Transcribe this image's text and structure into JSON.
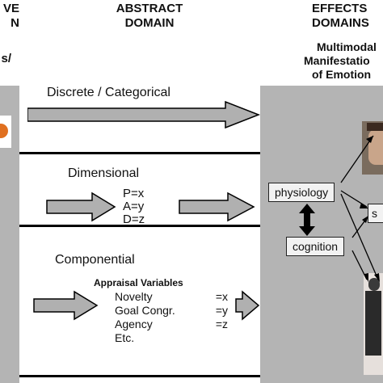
{
  "headers": {
    "left_line1": "VE",
    "left_line2": "N",
    "left_line3": "s/",
    "abstract_line1": "ABSTRACT",
    "abstract_line2": "DOMAIN",
    "effects_line1": "EFFECTS",
    "effects_line2": "DOMAINS",
    "effects_sub1": "Multimodal",
    "effects_sub2": "Manifestatio",
    "effects_sub3": "of Emotion"
  },
  "rows": {
    "discrete": {
      "label": "Discrete / Categorical"
    },
    "dimensional": {
      "label": "Dimensional",
      "lines": [
        "P=x",
        "A=y",
        "D=z"
      ]
    },
    "componential": {
      "label": "Componential",
      "appraisal_title": "Appraisal Variables",
      "variables": [
        "Novelty",
        "Goal Congr.",
        "Agency",
        "Etc."
      ],
      "values": [
        "=x",
        "=y",
        "=z",
        ""
      ]
    }
  },
  "effects": {
    "physiology": "physiology",
    "cognition": "cognition",
    "cut_box": "s"
  },
  "colors": {
    "panel": "#b4b4b4",
    "arrow_fill": "#b0b0b0",
    "line": "#000000"
  }
}
